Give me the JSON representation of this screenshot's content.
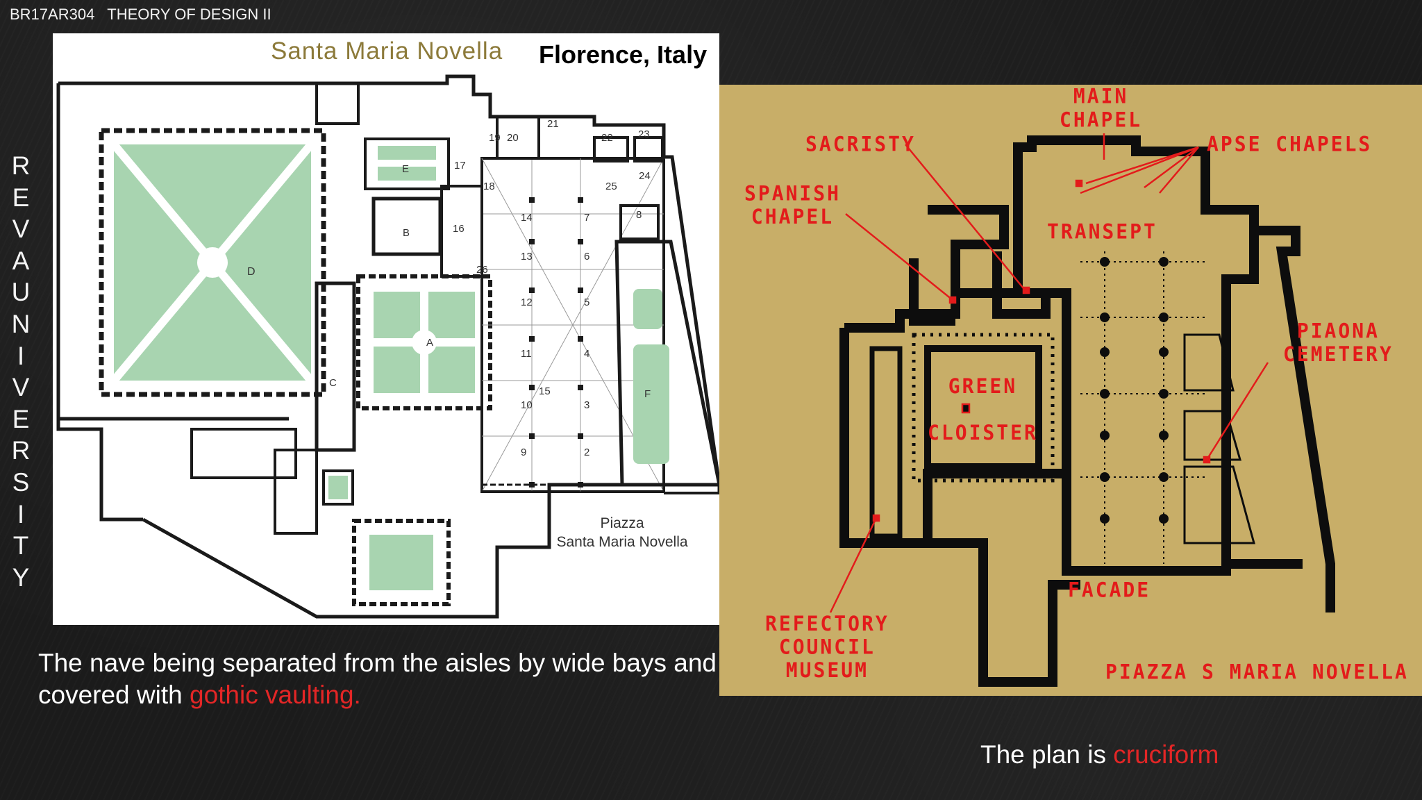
{
  "header": {
    "course_code": "BR17AR304",
    "course_title": "THEORY OF DESIGN II"
  },
  "sidebar": {
    "letters": [
      "R",
      "E",
      "V",
      "A",
      "U",
      "N",
      "I",
      "V",
      "E",
      "R",
      "S",
      "I",
      "T",
      "Y"
    ]
  },
  "left_plan": {
    "title": "Santa Maria Novella",
    "location": "Florence, Italy",
    "piazza_line1": "Piazza",
    "piazza_line2": "Santa Maria Novella",
    "area_labels": [
      "A",
      "B",
      "C",
      "D",
      "E",
      "F"
    ],
    "numbers": [
      "2",
      "3",
      "4",
      "5",
      "6",
      "7",
      "8",
      "9",
      "10",
      "11",
      "12",
      "13",
      "14",
      "15",
      "16",
      "17",
      "18",
      "19",
      "20",
      "21",
      "22",
      "23",
      "24",
      "25",
      "26"
    ],
    "colors": {
      "garden": "#a8d4b0",
      "walls": "#1a1a1a",
      "background": "#ffffff",
      "title": "#8c7a3a"
    }
  },
  "right_plan": {
    "labels": {
      "main_chapel": "MAIN\nCHAPEL",
      "sacristy": "SACRISTY",
      "apse_chapels": "APSE CHAPELS",
      "spanish_chapel": "SPANISH\nCHAPEL",
      "transept": "TRANSEPT",
      "green_cloister": "GREEN\n\nCLOISTER",
      "piaona_cemetery": "PIAONA\nCEMETERY",
      "facade": "FACADE",
      "refectory": "REFECTORY\nCOUNCIL\nMUSEUM",
      "piazza": "PIAZZA S MARIA NOVELLA"
    },
    "colors": {
      "background": "#c8ae68",
      "walls": "#0d0d0d",
      "labels": "#e31b1b"
    }
  },
  "captions": {
    "left_text": "The nave being separated from the aisles by wide bays and covered with ",
    "left_accent": "gothic vaulting.",
    "right_text": "The plan is ",
    "right_accent": "cruciform"
  },
  "colors": {
    "slide_background": "#1b1b1b",
    "accent": "#e32626"
  }
}
